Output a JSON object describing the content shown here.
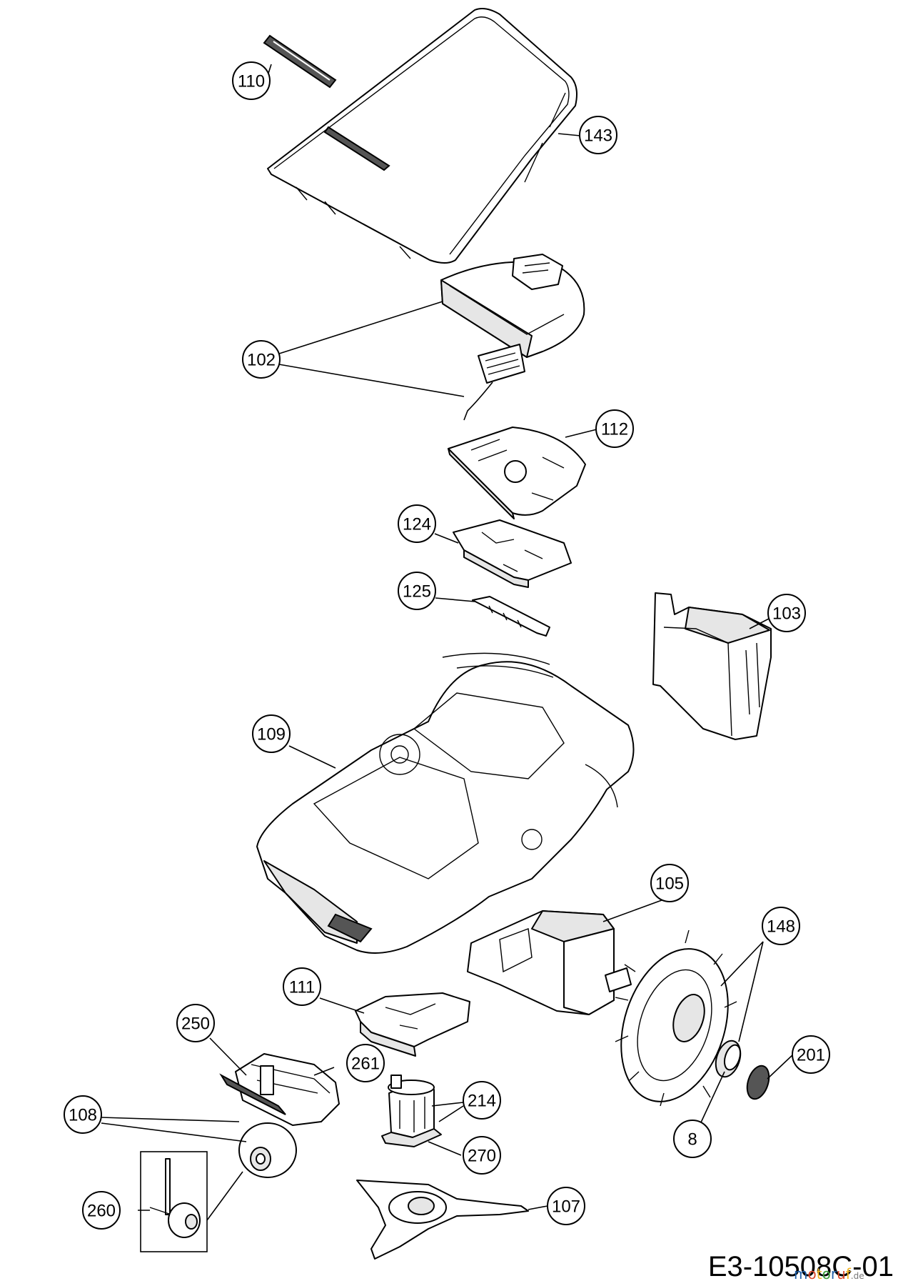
{
  "diagram": {
    "code": "E3-10508C-01",
    "watermark": {
      "text": "motoruf",
      "suffix": ".de",
      "colors": [
        "#1f5fa8",
        "#d9482b",
        "#f2b521",
        "#3a9c3a"
      ]
    }
  },
  "parts": [
    {
      "id": "143",
      "label": "143"
    },
    {
      "id": "110",
      "label": "110"
    },
    {
      "id": "102",
      "label": "102"
    },
    {
      "id": "112",
      "label": "112"
    },
    {
      "id": "124",
      "label": "124"
    },
    {
      "id": "125",
      "label": "125"
    },
    {
      "id": "103",
      "label": "103"
    },
    {
      "id": "109",
      "label": "109"
    },
    {
      "id": "105",
      "label": "105"
    },
    {
      "id": "148",
      "label": "148"
    },
    {
      "id": "111",
      "label": "111"
    },
    {
      "id": "250",
      "label": "250"
    },
    {
      "id": "261",
      "label": "261"
    },
    {
      "id": "201",
      "label": "201"
    },
    {
      "id": "108",
      "label": "108"
    },
    {
      "id": "214",
      "label": "214"
    },
    {
      "id": "8",
      "label": "8"
    },
    {
      "id": "270",
      "label": "270"
    },
    {
      "id": "260",
      "label": "260"
    },
    {
      "id": "107",
      "label": "107"
    }
  ]
}
